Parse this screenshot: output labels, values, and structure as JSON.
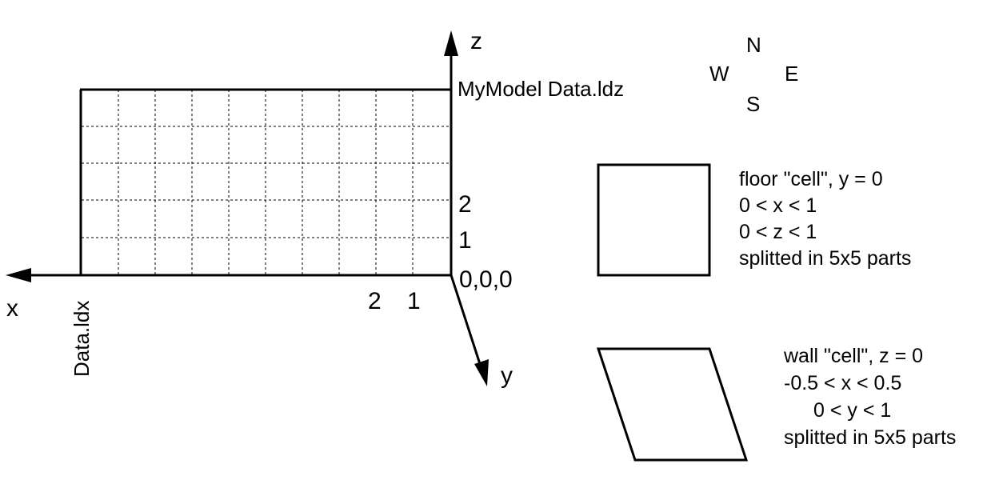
{
  "axes": {
    "z_label": "z",
    "x_label": "x",
    "y_label": "y",
    "origin_label": "0,0,0",
    "z_ticks": [
      "1",
      "2"
    ],
    "x_ticks": [
      "1",
      "2"
    ],
    "z_end_label": "MyModel Data.ldz",
    "x_end_label": "Data.ldx"
  },
  "compass": {
    "north": "N",
    "south": "S",
    "east": "E",
    "west": "W"
  },
  "floor_cell": {
    "lines": [
      "floor \"cell\", y = 0",
      "0 < x < 1",
      "0 < z < 1",
      "splitted in 5x5 parts"
    ]
  },
  "wall_cell": {
    "lines": [
      "wall \"cell\", z = 0",
      "-0.5 < x < 0.5",
      "0 < y < 1",
      "splitted in 5x5 parts"
    ]
  },
  "colors": {
    "ink": "#000000",
    "background": "#ffffff"
  }
}
